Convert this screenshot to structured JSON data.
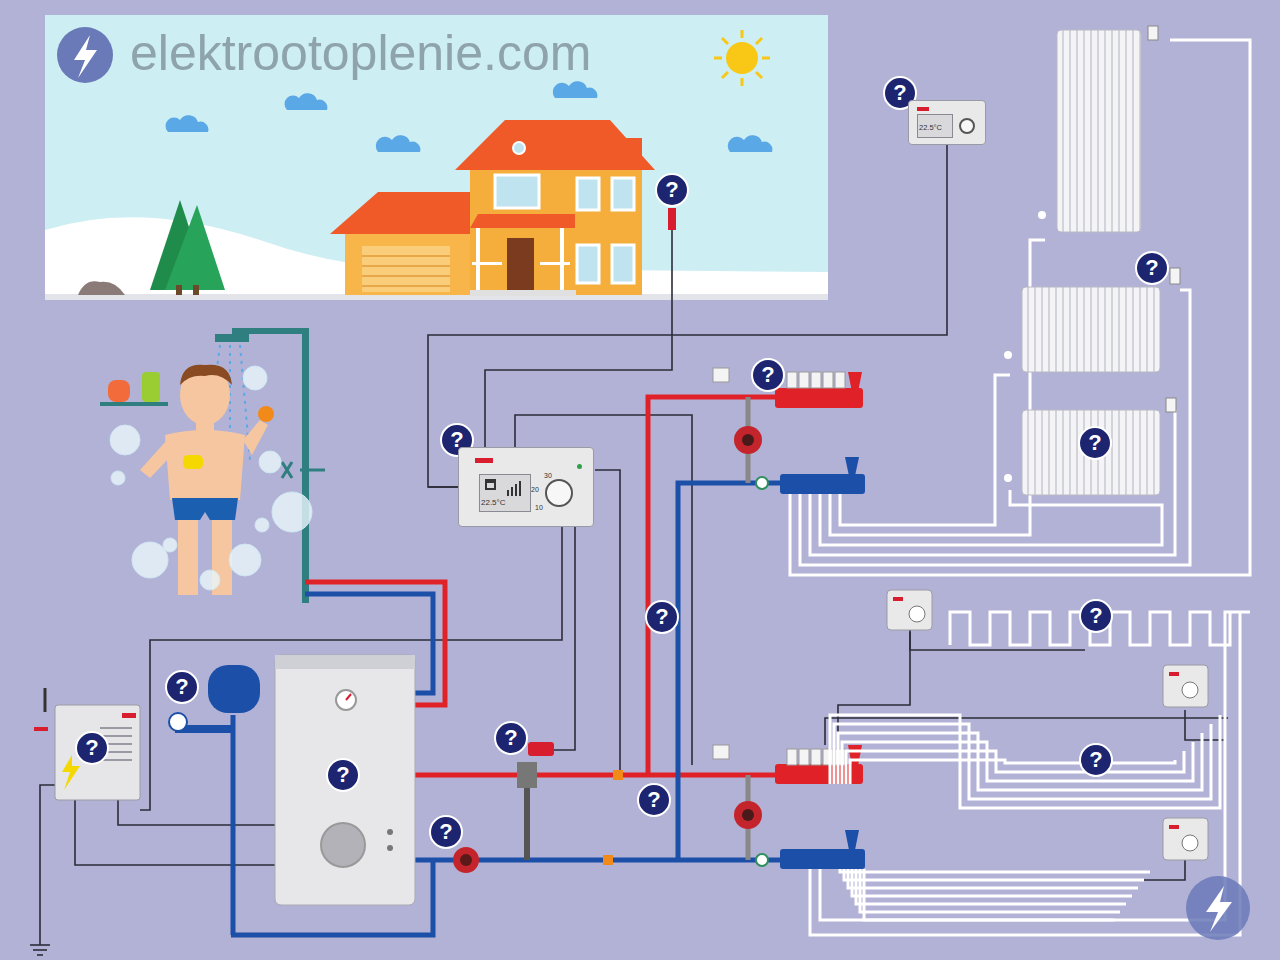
{
  "diagram": {
    "nodes": [
      {
        "text": [
          "?"
        ]
      },
      {
        "text": [
          "22.5°C"
        ]
      },
      {
        "text": [
          "?"
        ]
      },
      {
        "text": [
          "?"
        ]
      },
      {
        "text": [
          "?"
        ]
      },
      {
        "text": [
          "?"
        ]
      },
      {
        "text": [
          "22.5°C",
          "30",
          "20",
          "10"
        ]
      },
      {
        "text": [
          "?"
        ]
      },
      {
        "text": [
          "?"
        ]
      },
      {
        "text": [
          "?"
        ]
      },
      {
        "text": [
          "?"
        ]
      },
      {
        "text": [
          "?"
        ]
      },
      {
        "text": [
          "?"
        ]
      },
      {
        "text": [
          "?"
        ]
      },
      {
        "text": [
          "?"
        ]
      },
      {
        "text": [
          "?"
        ]
      },
      {
        "text": [
          "?"
        ]
      }
    ],
    "edges": [
      {
        "from": 6,
        "to": 1,
        "arrow": "none"
      }
    ],
    "labels": [
      "elektrootoplenie.com"
    ]
  }
}
